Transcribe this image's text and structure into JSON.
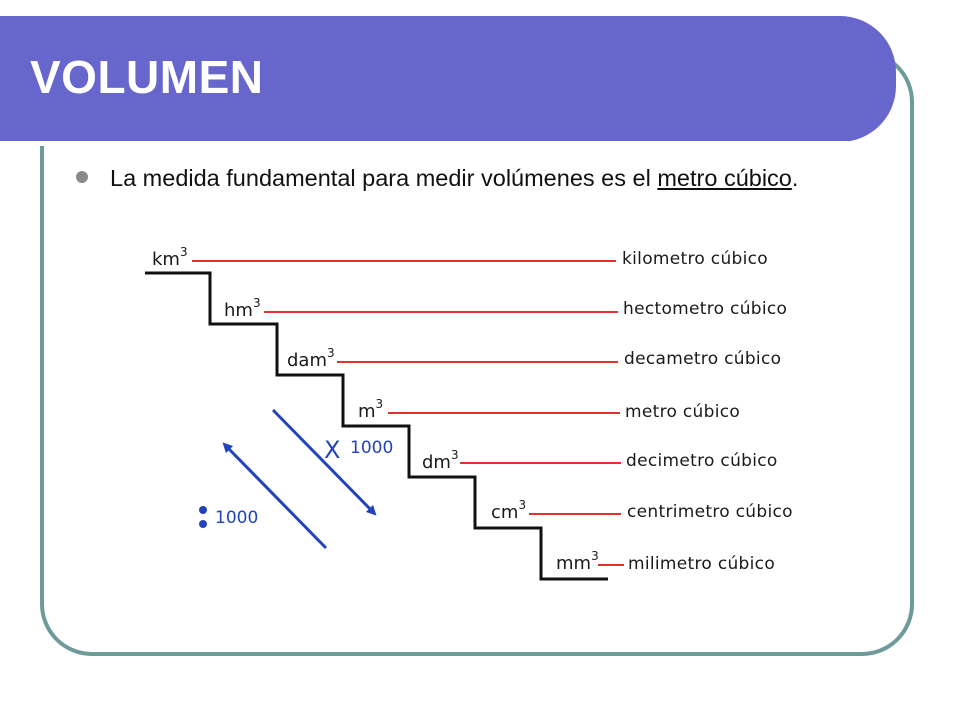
{
  "slide": {
    "title": "VOLUMEN",
    "bullet": {
      "text_before": "La medida fundamental para medir volúmenes es el ",
      "link_text": "metro cúbico",
      "text_after": "."
    }
  },
  "diagram": {
    "units": [
      {
        "abbr": "km",
        "name": "kilometro cúbico"
      },
      {
        "abbr": "hm",
        "name": "hectometro cúbico"
      },
      {
        "abbr": "dam",
        "name": "decametro  cúbico"
      },
      {
        "abbr": "m",
        "name": "metro  cúbico"
      },
      {
        "abbr": "dm",
        "name": "decimetro  cúbico"
      },
      {
        "abbr": "cm",
        "name": "centrimetro  cúbico"
      },
      {
        "abbr": "mm",
        "name": "milimetro  cúbico"
      }
    ],
    "exponent": "3",
    "multiply": {
      "symbol": "X",
      "factor": "1000"
    },
    "divide": {
      "symbol": ":",
      "factor": "1000"
    },
    "colors": {
      "line": "#e53030",
      "step": "#111111",
      "arrow": "#2244bb"
    }
  }
}
